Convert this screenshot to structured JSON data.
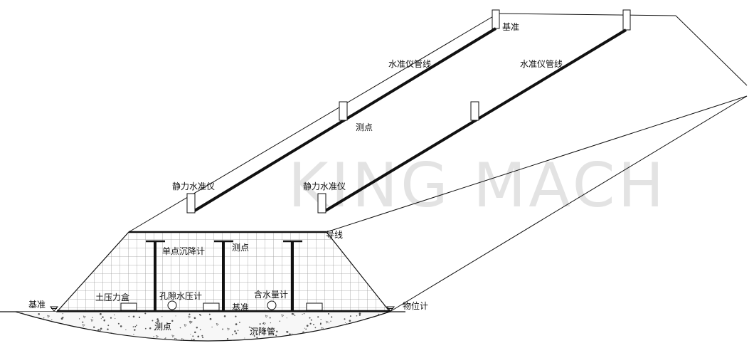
{
  "watermark": "KING MACH",
  "labels": {
    "benchmark_top": "基准",
    "level_pipe_left": "水准仪管线",
    "level_pipe_right": "水准仪管线",
    "measure_point_top": "测点",
    "static_level_left": "静力水准仪",
    "static_level_right": "静力水准仪",
    "guide_wire": "导线",
    "single_point_settlement": "单点沉降计",
    "measure_point_mid": "测点",
    "earth_pressure_box": "土压力盒",
    "pore_water_pressure": "孔隙水压计",
    "water_content_meter": "含水量计",
    "benchmark_left": "基准",
    "benchmark_bottom": "基准",
    "displacement_meter": "物位计",
    "measure_point_bottom": "测点",
    "settlement_pipe": "沉降管"
  },
  "colors": {
    "line": "#111111",
    "watermark": "#e3e3e3",
    "grid": "#9a9a9a",
    "ground": "#f2f2f2"
  }
}
